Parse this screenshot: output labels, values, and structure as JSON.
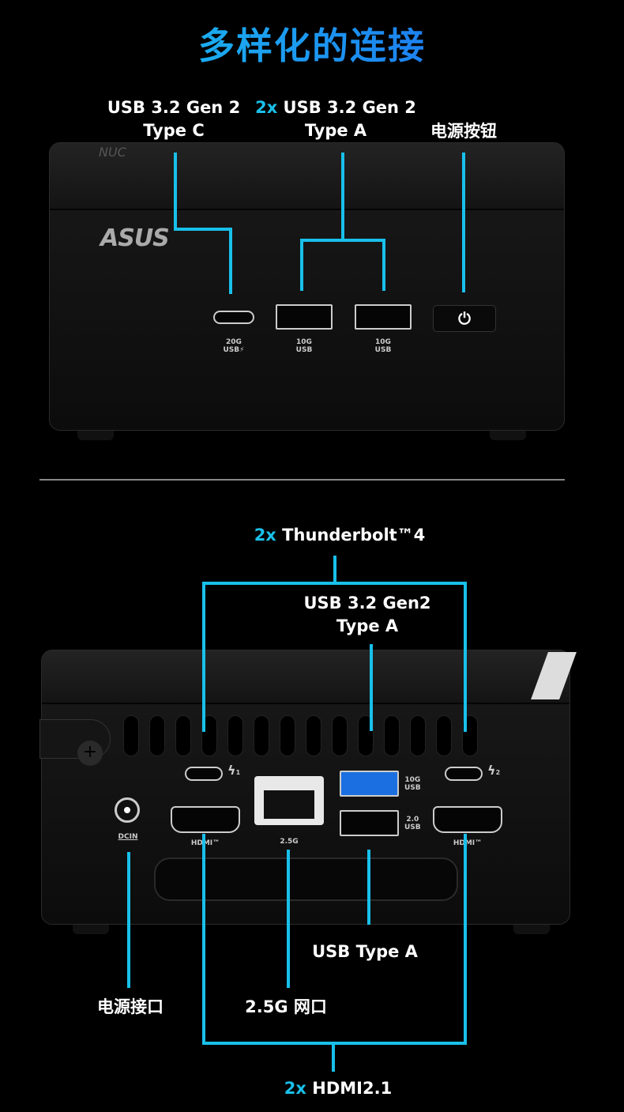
{
  "title": "多样化的连接",
  "front": {
    "logo": "ASUS",
    "brand_mark": "NUC",
    "callouts": {
      "usb_c": {
        "line1": "USB 3.2 Gen 2",
        "line2": "Type C"
      },
      "usb_a": {
        "prefix": "2x",
        "line1": " USB 3.2 Gen 2",
        "line2": "Type A"
      },
      "power": {
        "line1": "电源按钮"
      }
    },
    "port_labels": {
      "usb_c": [
        "20G",
        "USB⚡"
      ],
      "usb_a1": [
        "10G",
        "USB"
      ],
      "usb_a2": [
        "10G",
        "USB"
      ]
    }
  },
  "back": {
    "callouts": {
      "thunderbolt": {
        "prefix": "2x",
        "text": " Thunderbolt™4"
      },
      "usb_a_gen2": {
        "line1": "USB 3.2 Gen2",
        "line2": "Type A"
      },
      "usb_type_a": "USB Type A",
      "power_in": "电源接口",
      "lan": "2.5G 网口",
      "hdmi": {
        "prefix": "2x",
        "text": " HDMI2.1"
      }
    },
    "port_labels": {
      "dcin": "DCIN",
      "hdmi": "HDMI™",
      "lan": "2.5G",
      "usb10": [
        "10G",
        "USB"
      ],
      "usb20": [
        "2.0",
        "USB"
      ],
      "tb1": "1",
      "tb2": "2"
    }
  },
  "colors": {
    "accent": "#19c0ea",
    "background": "#000000"
  }
}
